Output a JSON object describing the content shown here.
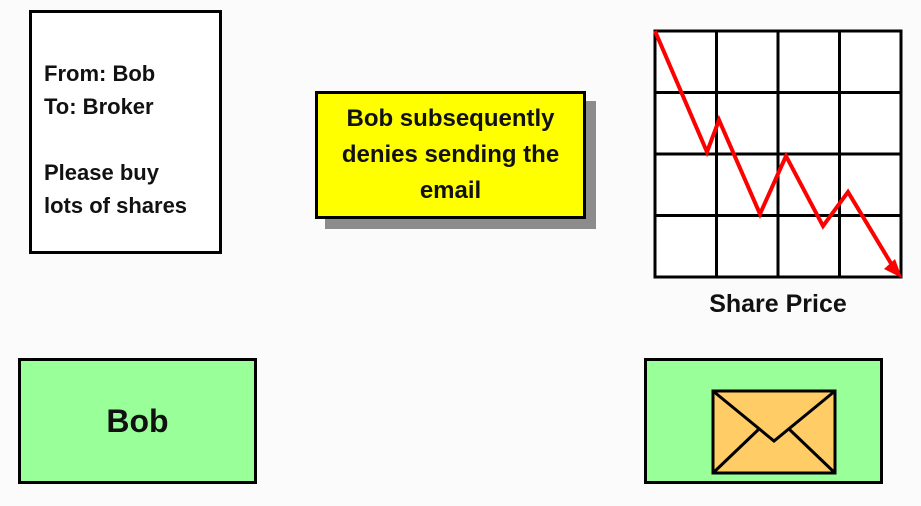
{
  "email": {
    "lines": [
      "From: Bob",
      "To: Broker",
      "",
      "Please buy",
      "lots of shares"
    ]
  },
  "callout": {
    "text": "Bob subsequently denies sending the email"
  },
  "chart": {
    "label": "Share Price",
    "grid_columns": 4,
    "grid_rows": 4,
    "trend": "falling",
    "line_color": "#ff0000"
  },
  "person_box": {
    "label": "Bob"
  },
  "email_box": {
    "icon": "envelope-icon"
  },
  "colors": {
    "callout_fill": "#ffff00",
    "box_fill": "#99ff99",
    "envelope_fill": "#ffcc66",
    "trend_line": "#ff0000"
  }
}
